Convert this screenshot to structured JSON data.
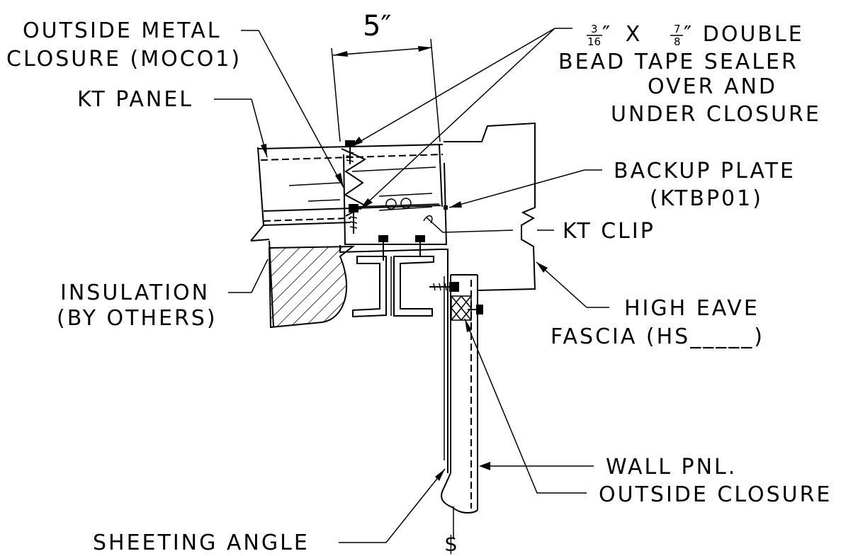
{
  "dimension": {
    "value": "5″"
  },
  "labels": {
    "outside_metal_closure": {
      "line1": "OUTSIDE METAL",
      "line2": "CLOSURE (MOCO1)"
    },
    "kt_panel": "KT PANEL",
    "tape_sealer": {
      "frac1_num": "3",
      "frac1_den": "16",
      "line1_mid": "″ X ",
      "frac2_num": "7",
      "frac2_den": "8",
      "line1_end": "″ DOUBLE",
      "line2": "BEAD TAPE SEALER",
      "line3": "OVER AND",
      "line4": "UNDER CLOSURE"
    },
    "backup_plate": {
      "line1": "BACKUP PLATE",
      "line2": "(KTBP01)"
    },
    "kt_clip": "KT CLIP",
    "insulation": {
      "line1": "INSULATION",
      "line2": "(BY OTHERS)"
    },
    "high_eave_fascia": {
      "line1": "HIGH EAVE",
      "line2": "FASCIA (HS_____)"
    },
    "wall_panel": "WALL PNL.",
    "outside_closure": "OUTSIDE CLOSURE",
    "sheeting_angle": "SHEETING ANGLE",
    "steel_symbol": "$"
  }
}
